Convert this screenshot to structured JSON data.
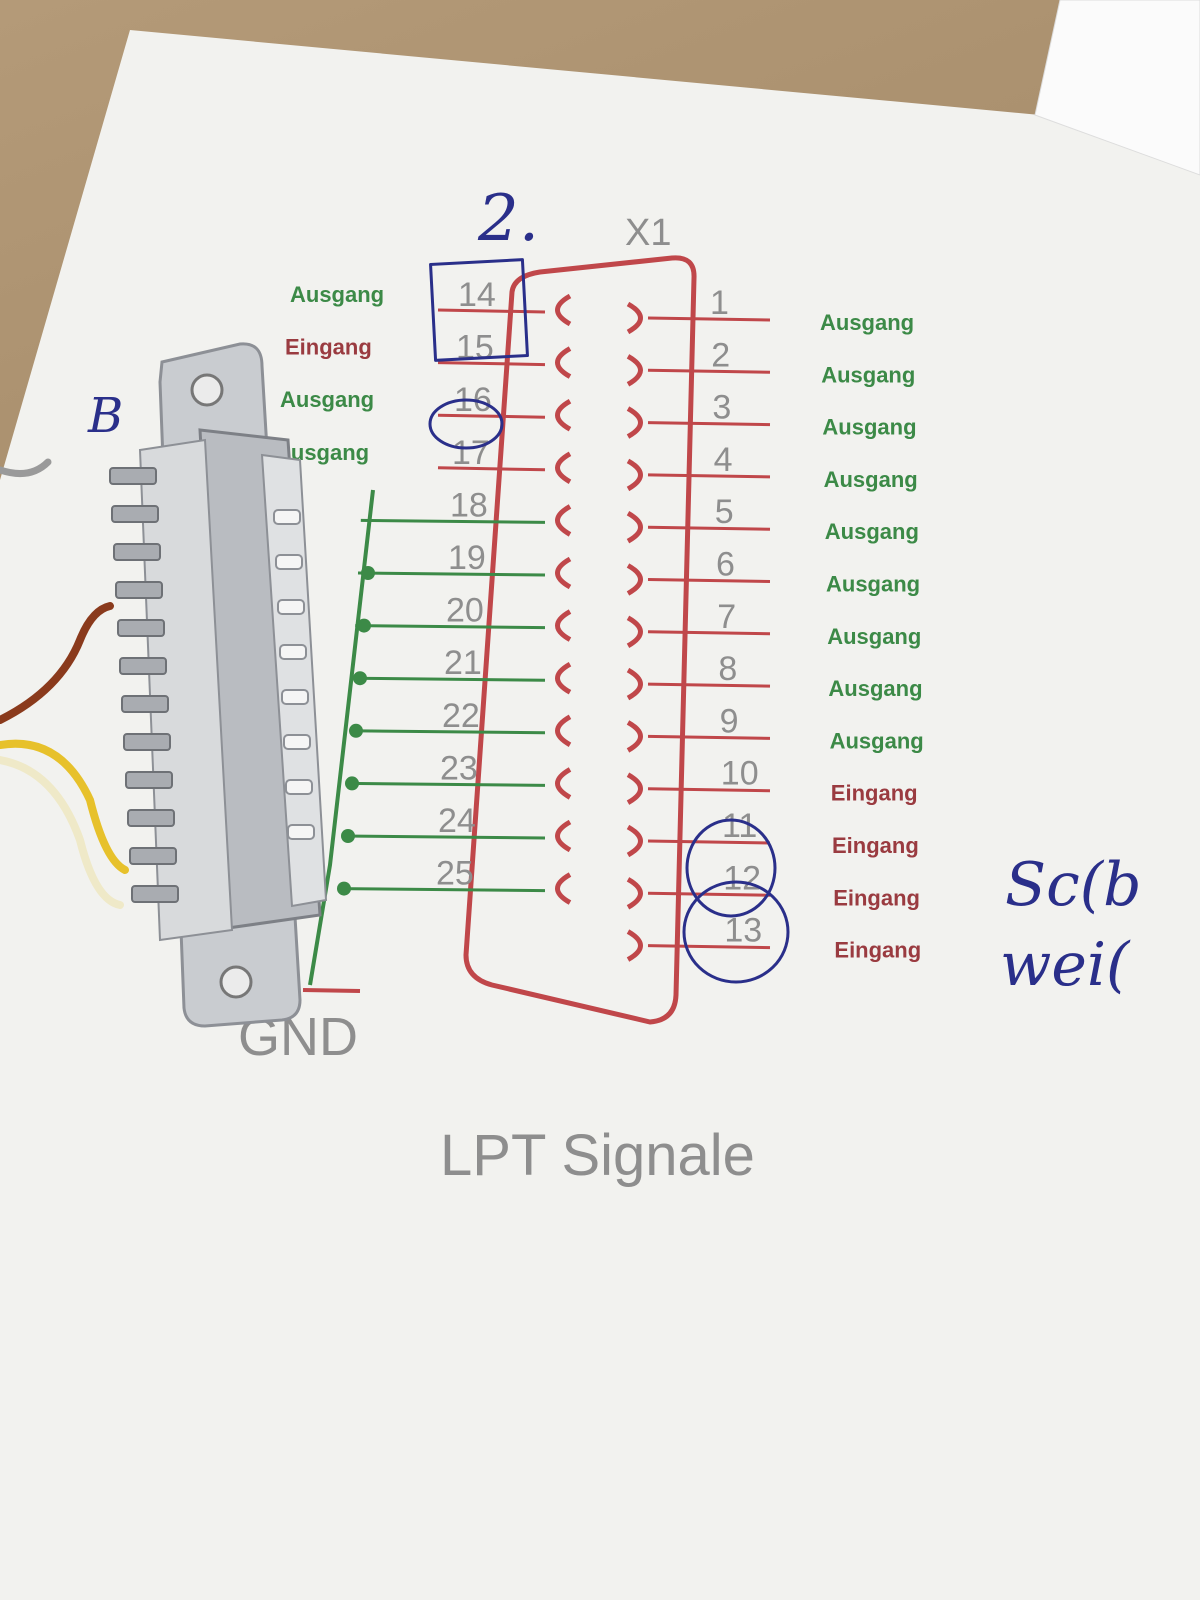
{
  "connector_title": "X1",
  "diagram_title": "LPT Signale",
  "gnd_label": "GND",
  "left_pins": [
    {
      "num": "14",
      "signal": "Ausgang",
      "color": "#3c8a47"
    },
    {
      "num": "15",
      "signal": "Eingang",
      "color": "#9a3b40"
    },
    {
      "num": "16",
      "signal": "Ausgang",
      "color": "#3c8a47"
    },
    {
      "num": "17",
      "signal": "Ausgang",
      "color": "#3c8a47"
    },
    {
      "num": "18",
      "signal": ""
    },
    {
      "num": "19",
      "signal": ""
    },
    {
      "num": "20",
      "signal": ""
    },
    {
      "num": "21",
      "signal": ""
    },
    {
      "num": "22",
      "signal": ""
    },
    {
      "num": "23",
      "signal": ""
    },
    {
      "num": "24",
      "signal": ""
    },
    {
      "num": "25",
      "signal": ""
    }
  ],
  "right_pins": [
    {
      "num": "1",
      "signal": "Ausgang",
      "color": "#3c8a47"
    },
    {
      "num": "2",
      "signal": "Ausgang",
      "color": "#3c8a47"
    },
    {
      "num": "3",
      "signal": "Ausgang",
      "color": "#3c8a47"
    },
    {
      "num": "4",
      "signal": "Ausgang",
      "color": "#3c8a47"
    },
    {
      "num": "5",
      "signal": "Ausgang",
      "color": "#3c8a47"
    },
    {
      "num": "6",
      "signal": "Ausgang",
      "color": "#3c8a47"
    },
    {
      "num": "7",
      "signal": "Ausgang",
      "color": "#3c8a47"
    },
    {
      "num": "8",
      "signal": "Ausgang",
      "color": "#3c8a47"
    },
    {
      "num": "9",
      "signal": "Ausgang",
      "color": "#3c8a47"
    },
    {
      "num": "10",
      "signal": "Eingang",
      "color": "#9a3b40"
    },
    {
      "num": "11",
      "signal": "Eingang",
      "color": "#9a3b40"
    },
    {
      "num": "12",
      "signal": "Eingang",
      "color": "#9a3b40"
    },
    {
      "num": "13",
      "signal": "Eingang",
      "color": "#9a3b40"
    }
  ],
  "handwriting": {
    "top_mark": "2.",
    "left_mark": "B",
    "note_line1": "Sc(b",
    "note_line2": "wei("
  },
  "colors": {
    "paper": "#f3f3f1",
    "connector_outline": "#c0474a",
    "ground_bus": "#3c8a47",
    "ink": "#2a2f8a"
  }
}
